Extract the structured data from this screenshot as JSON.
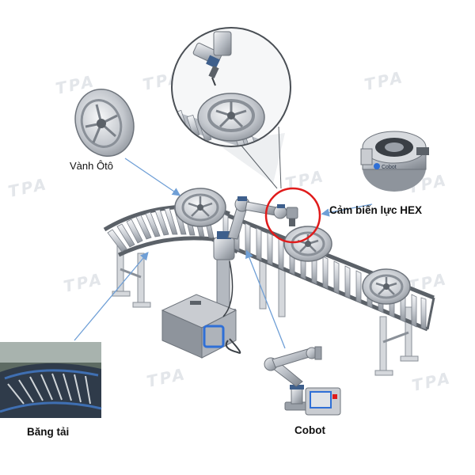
{
  "labels": {
    "wheel": "Vành Ôtô",
    "sensor": "Cảm biến lực HEX",
    "conveyor": "Băng tải",
    "cobot": "Cobot"
  },
  "watermark": "TPA",
  "colors": {
    "arrow": "#6f9fd6",
    "highlight_circle": "#e01b1b",
    "frame": "#c9ccd1",
    "roller": "#d9dce0",
    "control_box_accent": "#2f6fd6"
  }
}
